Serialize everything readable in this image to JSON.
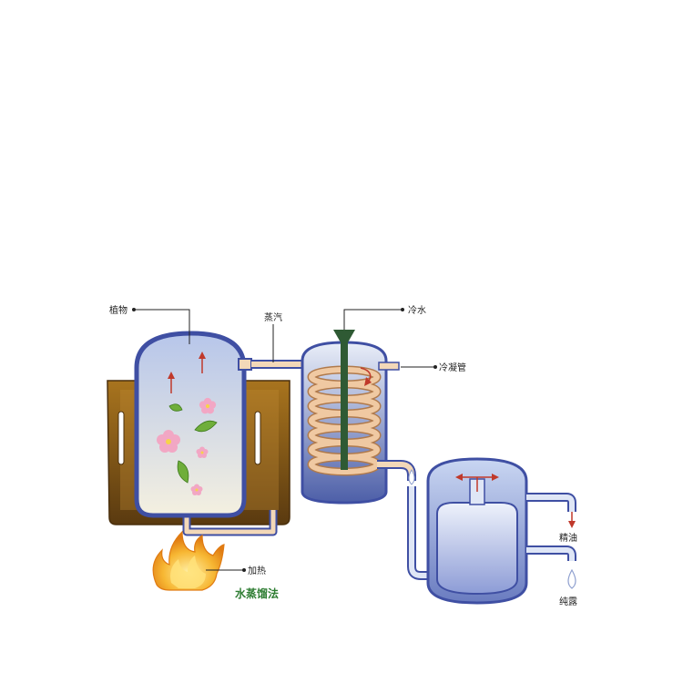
{
  "title": "水蒸馏法",
  "labels": {
    "plant": "植物",
    "steam": "蒸汽",
    "cold_water": "冷水",
    "condenser": "冷凝管",
    "heating": "加热",
    "essential_oil": "精油",
    "hydrosol": "纯露"
  },
  "colors": {
    "vessel_outline": "#3f4fa3",
    "vessel_fill_top": "#b9c8ec",
    "vessel_fill_bottom": "#eaf0fb",
    "jacket": "#8b5a12",
    "pipe": "#f3d8b8",
    "coil": "#f0c9a2",
    "green_tube": "#2f5a34",
    "arrow": "#c0392b",
    "flame": "#f5a623",
    "title": "#2e7d32"
  },
  "icons": [
    "flower-icon",
    "leaf-icon",
    "flame-icon",
    "droplet-icon",
    "up-arrow-icon"
  ]
}
